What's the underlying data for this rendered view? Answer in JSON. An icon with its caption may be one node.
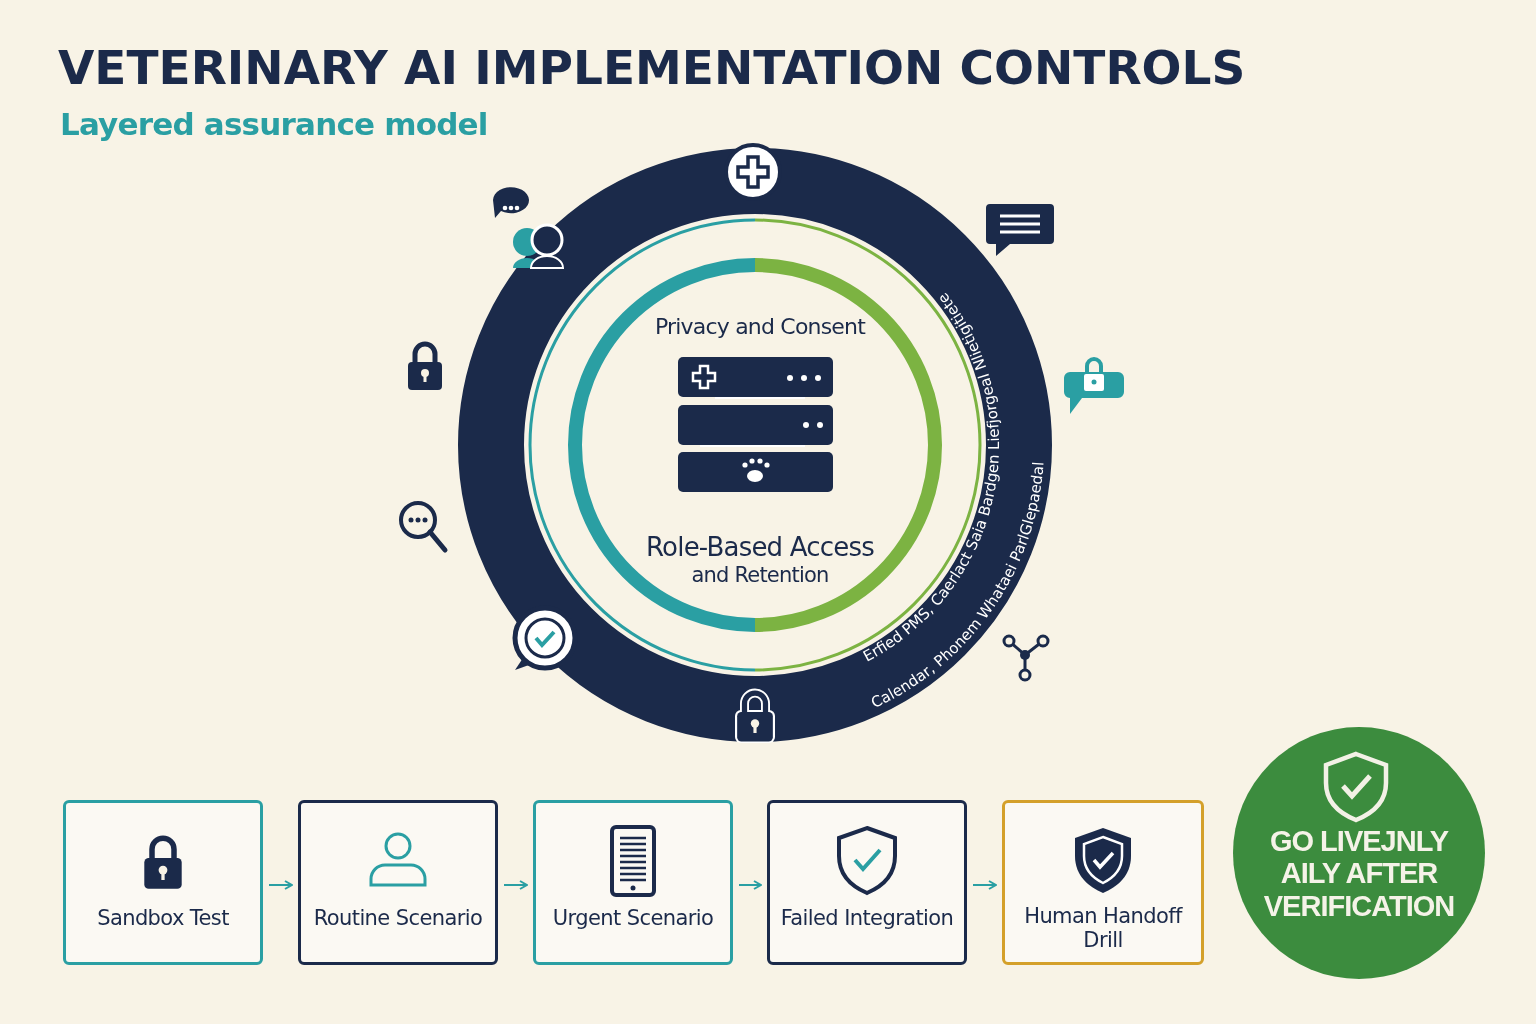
{
  "diagram": {
    "title": "VETERINARY AI IMPLEMENTATION CONTROLS",
    "nodes": [
      {
        "text": [
          "Sandbox Test"
        ]
      },
      {
        "text": [
          "Routine Scenario"
        ]
      },
      {
        "text": [
          "Urgent Scenario"
        ]
      },
      {
        "text": [
          "Failed Integration"
        ]
      },
      {
        "text": [
          "Human Handoff Drill"
        ]
      },
      {
        "text": [
          "GO LIVEJNLY AILY AFTER VERIFICATION"
        ]
      }
    ],
    "edges": [
      {
        "from": 0,
        "to": 1,
        "arrow": "to"
      },
      {
        "from": 1,
        "to": 2,
        "arrow": "to"
      },
      {
        "from": 2,
        "to": 3,
        "arrow": "to"
      },
      {
        "from": 3,
        "to": 4,
        "arrow": "to"
      }
    ],
    "labels": [
      "Layered assurance model",
      "Privacy and Consent",
      "Role-Based Access",
      "and Retention",
      "Erfied PMS, Caerlact Saia Bardgen Liefjorgeal Nlietigitiete",
      "Calendar, Phonem Whataei ParlGlepaedal"
    ]
  }
}
